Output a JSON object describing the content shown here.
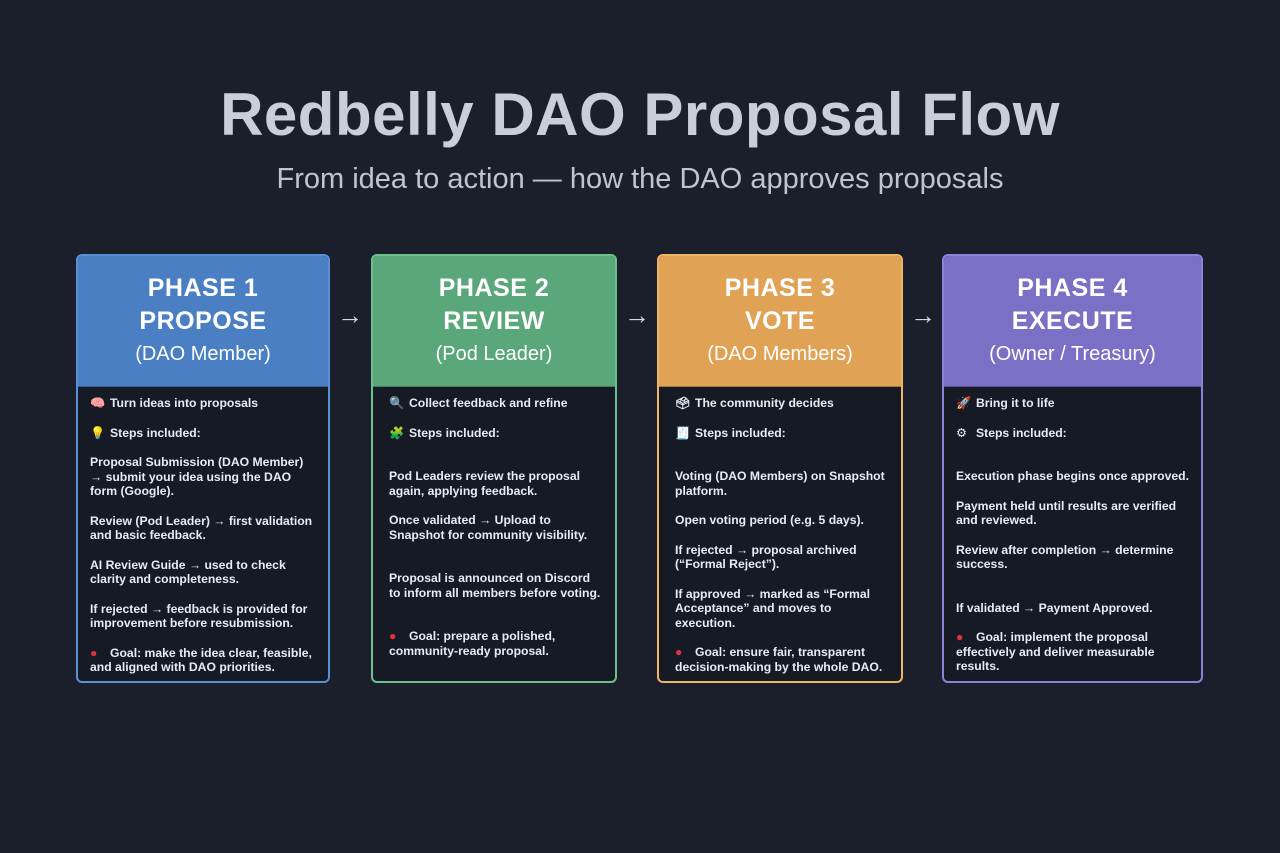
{
  "header": {
    "title": "Redbelly DAO Proposal Flow",
    "subtitle": "From idea to action — how the DAO approves proposals"
  },
  "arrow_icon": "arrow-right-icon",
  "phases": [
    {
      "number": "PHASE 1",
      "name": "PROPOSE",
      "role": "(DAO Member)",
      "color": "#4a7fc4",
      "border": "#5a8fd6",
      "tagline": "Turn ideas into proposals",
      "tagline_icon": "brain-icon",
      "steps_label": "Steps included:",
      "steps_icon": "lightbulb-icon",
      "steps": [
        "Proposal Submission (DAO Member) → submit your idea using the DAO form (Google).",
        "Review (Pod Leader) → first validation and basic feedback.",
        "AI Review Guide → used to check clarity and completeness.",
        "If rejected → feedback is provided for improvement before resubmission."
      ],
      "goal": "Goal: make the idea clear, feasible, and aligned with DAO priorities.",
      "goal_icon": "drop-icon"
    },
    {
      "number": "PHASE 2",
      "name": "REVIEW",
      "role": "(Pod Leader)",
      "color": "#5aa77b",
      "border": "#6cc08e",
      "tagline": "Collect feedback and refine",
      "tagline_icon": "magnifier-icon",
      "steps_label": "Steps included:",
      "steps_icon": "puzzle-icon",
      "steps": [
        "Pod Leaders review the proposal again, applying feedback.",
        "Once validated → Upload to Snapshot for community visibility.",
        "Proposal is announced on Discord to inform all members before voting."
      ],
      "goal": "Goal: prepare a polished, community-ready proposal.",
      "goal_icon": "drop-icon"
    },
    {
      "number": "PHASE 3",
      "name": "VOTE",
      "role": "(DAO Members)",
      "color": "#e0a255",
      "border": "#f0b465",
      "tagline": "The community decides",
      "tagline_icon": "ballot-box-icon",
      "steps_label": "Steps included:",
      "steps_icon": "receipt-icon",
      "steps": [
        "Voting (DAO Members) on Snapshot platform.",
        "Open voting period (e.g. 5 days).",
        "If rejected → proposal archived (“Formal Reject”).",
        "If approved → marked as “Formal Acceptance” and moves to execution."
      ],
      "goal": "Goal: ensure fair, transparent decision-making by the whole DAO.",
      "goal_icon": "drop-icon"
    },
    {
      "number": "PHASE 4",
      "name": "EXECUTE",
      "role": "(Owner / Treasury)",
      "color": "#7b6fc6",
      "border": "#8d81da",
      "tagline": "Bring it to life",
      "tagline_icon": "rocket-icon",
      "steps_label": "Steps included:",
      "steps_icon": "gear-icon",
      "steps": [
        "Execution phase begins once approved.",
        "Payment held until results are verified and reviewed.",
        "Review after completion → determine success.",
        "If validated → Payment Approved."
      ],
      "goal": "Goal: implement the proposal effectively and deliver measurable results.",
      "goal_icon": "drop-icon"
    }
  ]
}
